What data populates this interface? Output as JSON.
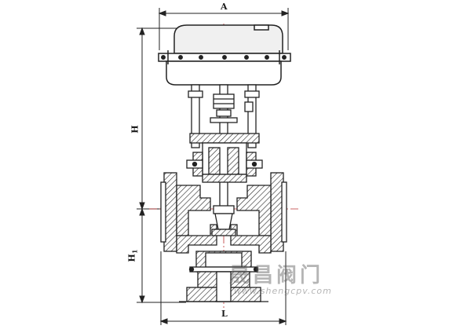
{
  "dimensions": {
    "width_label": "A",
    "height_label": "H",
    "lower_height_label": "H",
    "lower_height_subscript": "1",
    "length_label": "L"
  },
  "watermark": {
    "brand": "晟昌阀门",
    "url": "www.shengcpv.com"
  }
}
